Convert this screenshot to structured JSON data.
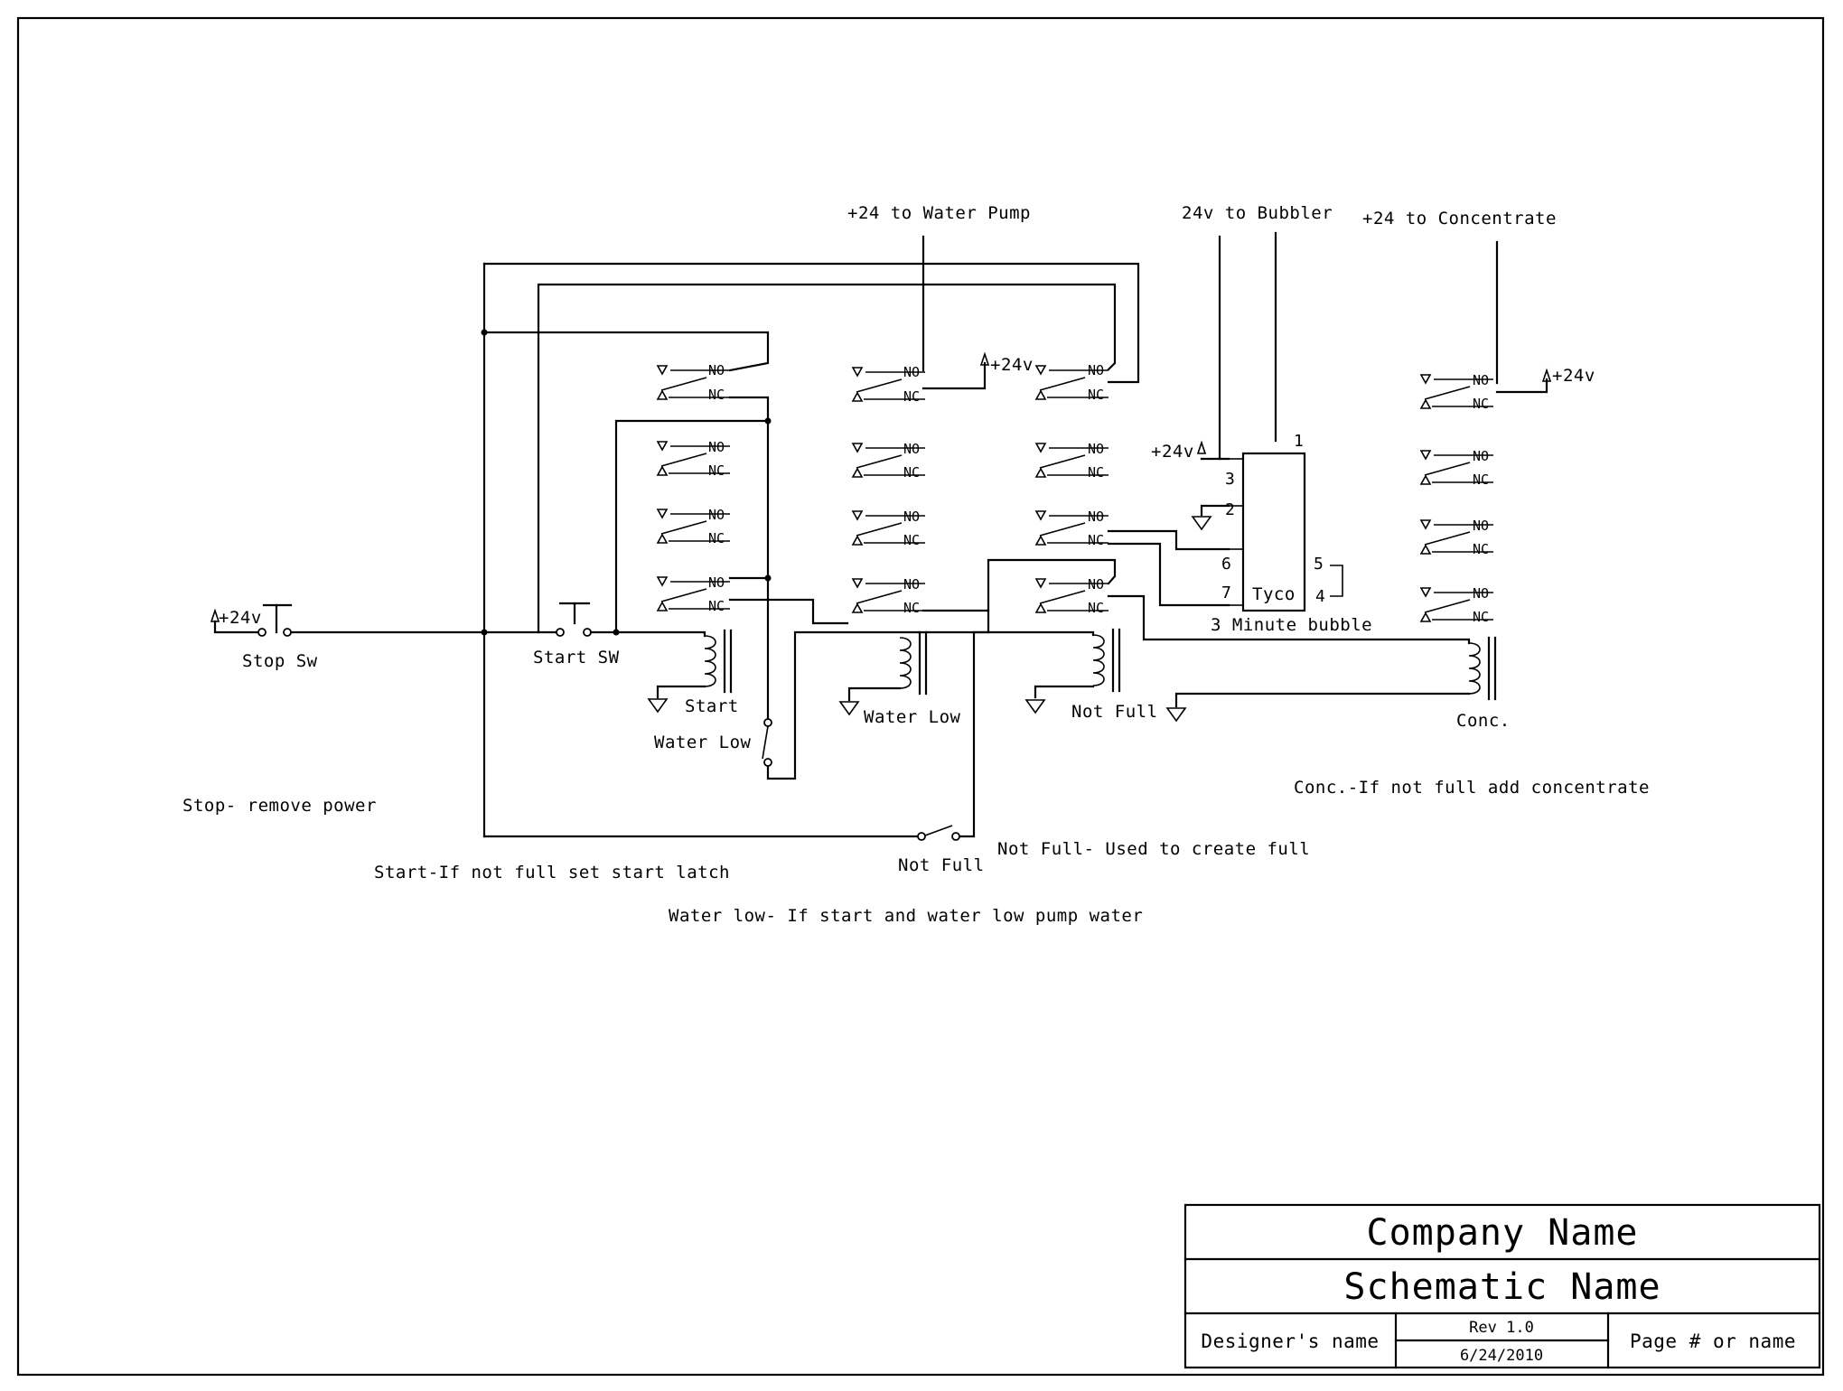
{
  "labels": {
    "water_pump": "+24 to Water Pump",
    "bubbler": "24v to Bubbler",
    "concentrate": "+24 to Concentrate",
    "stop_sw": "Stop Sw",
    "start_sw": "Start SW",
    "coil_start": "Start",
    "coil_water_low": "Water Low",
    "coil_not_full": "Not Full",
    "coil_conc": "Conc.",
    "sw_water_low": "Water Low",
    "sw_not_full": "Not Full",
    "tyco": "Tyco",
    "timer_desc": "3 Minute bubble",
    "v24": "+24v",
    "no": "NO",
    "nc": "NC",
    "pin1": "1",
    "pin2": "2",
    "pin3": "3",
    "pin4": "4",
    "pin5": "5",
    "pin6": "6",
    "pin7": "7"
  },
  "notes": {
    "stop": "Stop- remove power",
    "start": "Start-If not full set start latch",
    "water_low": "Water low- If start and water low pump water",
    "not_full": "Not Full- Used to create full",
    "conc": "Conc.-If not full add concentrate"
  },
  "title_block": {
    "company": "Company Name",
    "schematic": "Schematic Name",
    "designer": "Designer's name",
    "rev": "Rev 1.0",
    "date": "6/24/2010",
    "page": "Page # or name"
  }
}
